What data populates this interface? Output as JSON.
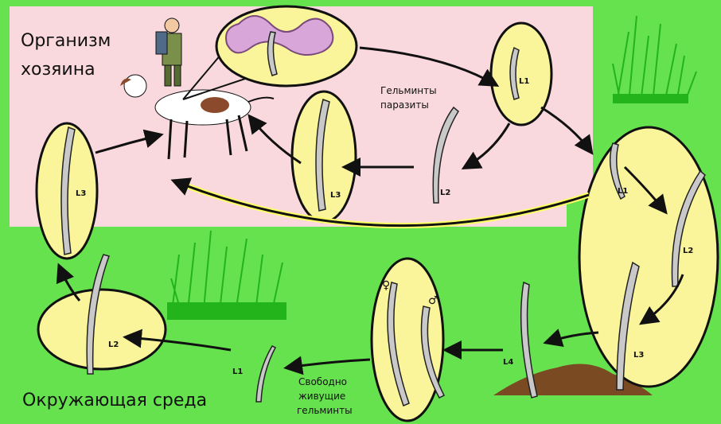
{
  "colors": {
    "host_bg": "#f9d9dd",
    "environment_bg": "#66e24f",
    "egg_fill": "#faf59a",
    "outline": "#111111",
    "grass": "#23b31b",
    "soil": "#7a4a22",
    "highlight_arrow": "#ffff66"
  },
  "regions": {
    "host_title_line1": "Организм",
    "host_title_line2": "хозяина",
    "environment_title": "Окружающая среда"
  },
  "notes": {
    "parasites_line1": "Гельминты",
    "parasites_line2": "паразиты",
    "freeliving_line1": "Свободно",
    "freeliving_line2": "живущие",
    "freeliving_line3": "гельминты"
  },
  "stages": {
    "host_L1": "L1",
    "host_L2": "L2",
    "host_L3": "L3",
    "left_L3": "L3",
    "env_L1": "L1",
    "env_L2": "L2",
    "big_L1": "L1",
    "big_L2": "L2",
    "big_L3": "L3",
    "soil_L4": "L4"
  },
  "symbols": {
    "female": "♀",
    "male": "♂"
  },
  "icons": [
    "dog-icon",
    "hiker-icon",
    "intestine-icon",
    "grass-icon",
    "soil-mound-icon",
    "worm-icon"
  ]
}
